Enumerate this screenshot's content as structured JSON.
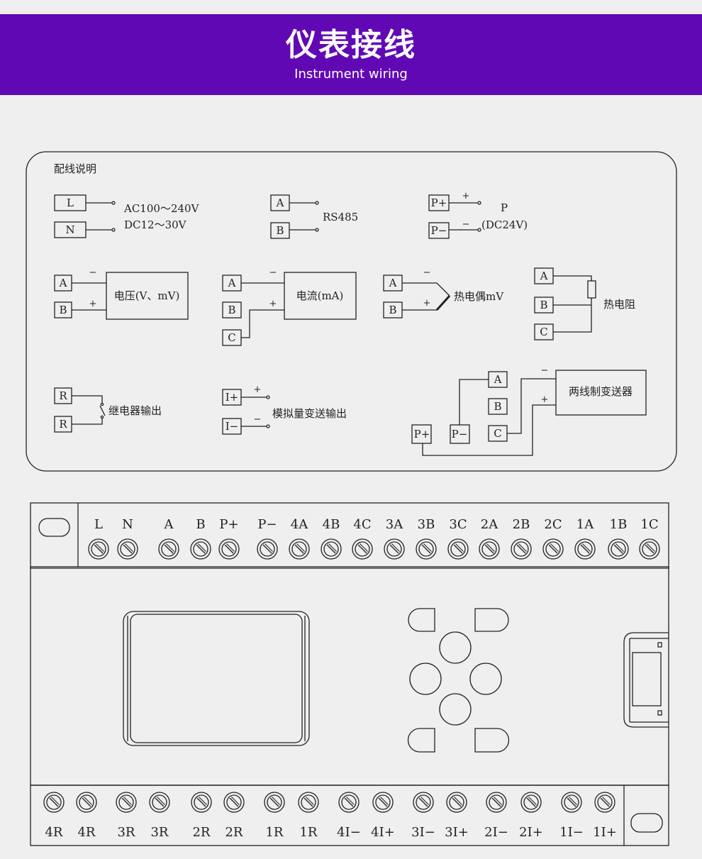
{
  "banner": {
    "title": "仪表接线",
    "subtitle": "Instrument wiring"
  },
  "wiring": {
    "title": "配线说明",
    "power": {
      "l": "L",
      "n": "N",
      "ac": "AC100～240V",
      "dc": "DC12～30V"
    },
    "rs485": {
      "a": "A",
      "b": "B",
      "label": "RS485"
    },
    "p_supply": {
      "pplus": "P+",
      "pminus": "P−",
      "plus": "+",
      "minus": "−",
      "p": "P",
      "dc": "(DC24V)"
    },
    "voltage": {
      "a": "A",
      "b": "B",
      "minus": "−",
      "plus": "+",
      "box": "电压(V、mV)"
    },
    "current": {
      "a": "A",
      "b": "B",
      "c": "C",
      "minus": "−",
      "plus": "+",
      "box": "电流(mA)"
    },
    "thermocouple": {
      "a": "A",
      "b": "B",
      "minus": "−",
      "plus": "+",
      "label": "热电偶mV"
    },
    "rtd": {
      "a": "A",
      "b": "B",
      "c": "C",
      "label": "热电阻"
    },
    "relay": {
      "r1": "R",
      "r2": "R",
      "label": "继电器输出"
    },
    "analog": {
      "iplus": "I+",
      "iminus": "I−",
      "plus": "+",
      "minus": "−",
      "label": "模拟量变送输出"
    },
    "two_wire": {
      "a": "A",
      "b": "B",
      "c": "C",
      "pplus": "P+",
      "pminus": "P−",
      "minus": "−",
      "plus": "+",
      "box": "两线制变送器"
    }
  },
  "device": {
    "top_terminals": [
      "L",
      "N",
      "A",
      "B",
      "P+",
      "P−",
      "4A",
      "4B",
      "4C",
      "3A",
      "3B",
      "3C",
      "2A",
      "2B",
      "2C",
      "1A",
      "1B",
      "1C"
    ],
    "bottom_terminals": [
      "4R",
      "4R",
      "3R",
      "3R",
      "2R",
      "2R",
      "1R",
      "1R",
      "4I−",
      "4I+",
      "3I−",
      "3I+",
      "2I−",
      "2I+",
      "1I−",
      "1I+"
    ]
  }
}
